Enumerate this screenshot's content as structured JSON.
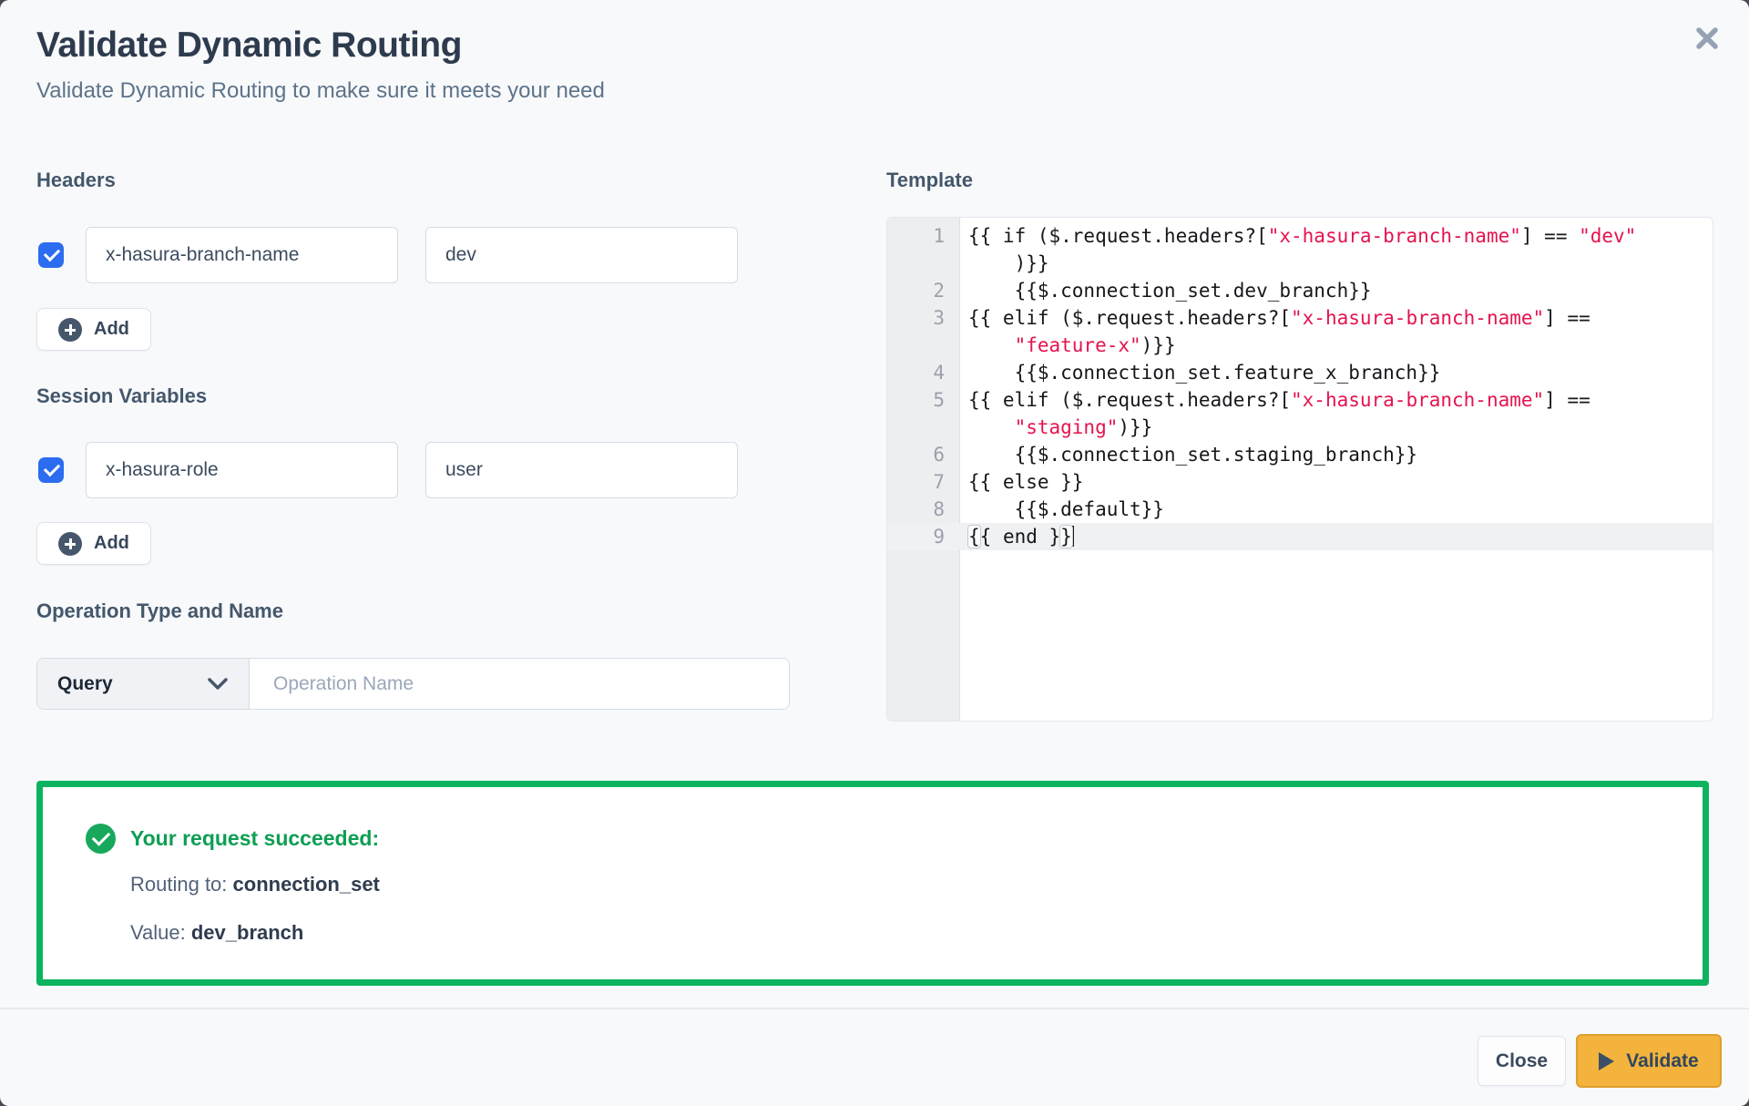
{
  "modal": {
    "title": "Validate Dynamic Routing",
    "subtitle": "Validate Dynamic Routing to make sure it meets your need"
  },
  "headers_section": {
    "label": "Headers",
    "rows": [
      {
        "checked": true,
        "name": "x-hasura-branch-name",
        "value": "dev"
      }
    ],
    "add_label": "Add"
  },
  "session_section": {
    "label": "Session Variables",
    "rows": [
      {
        "checked": true,
        "name": "x-hasura-role",
        "value": "user"
      }
    ],
    "add_label": "Add"
  },
  "operation_section": {
    "label": "Operation Type and Name",
    "type_value": "Query",
    "name_placeholder": "Operation Name"
  },
  "template_section": {
    "label": "Template",
    "rows": [
      {
        "num": "1",
        "active": false,
        "segments": [
          {
            "type": "code",
            "text": "{{ if ($.request.headers?["
          },
          {
            "type": "str",
            "text": "\"x-hasura-branch-name\""
          },
          {
            "type": "code",
            "text": "] == "
          },
          {
            "type": "str",
            "text": "\"dev\""
          }
        ]
      },
      {
        "num": "",
        "active": false,
        "segments": [
          {
            "type": "code",
            "text": "    )}}"
          }
        ]
      },
      {
        "num": "2",
        "active": false,
        "segments": [
          {
            "type": "code",
            "text": "    {{$.connection_set.dev_branch}}"
          }
        ]
      },
      {
        "num": "3",
        "active": false,
        "segments": [
          {
            "type": "code",
            "text": "{{ elif ($.request.headers?["
          },
          {
            "type": "str",
            "text": "\"x-hasura-branch-name\""
          },
          {
            "type": "code",
            "text": "] =="
          }
        ]
      },
      {
        "num": "",
        "active": false,
        "segments": [
          {
            "type": "code",
            "text": "    "
          },
          {
            "type": "str",
            "text": "\"feature-x\""
          },
          {
            "type": "code",
            "text": ")}}"
          }
        ]
      },
      {
        "num": "4",
        "active": false,
        "segments": [
          {
            "type": "code",
            "text": "    {{$.connection_set.feature_x_branch}}"
          }
        ]
      },
      {
        "num": "5",
        "active": false,
        "segments": [
          {
            "type": "code",
            "text": "{{ elif ($.request.headers?["
          },
          {
            "type": "str",
            "text": "\"x-hasura-branch-name\""
          },
          {
            "type": "code",
            "text": "] =="
          }
        ]
      },
      {
        "num": "",
        "active": false,
        "segments": [
          {
            "type": "code",
            "text": "    "
          },
          {
            "type": "str",
            "text": "\"staging\""
          },
          {
            "type": "code",
            "text": ")}}"
          }
        ]
      },
      {
        "num": "6",
        "active": false,
        "segments": [
          {
            "type": "code",
            "text": "    {{$.connection_set.staging_branch}}"
          }
        ]
      },
      {
        "num": "7",
        "active": false,
        "segments": [
          {
            "type": "code",
            "text": "{{ else }}"
          }
        ]
      },
      {
        "num": "8",
        "active": false,
        "segments": [
          {
            "type": "code",
            "text": "    {{$.default}}"
          }
        ]
      },
      {
        "num": "9",
        "active": true,
        "cursor": true,
        "segments": [
          {
            "type": "bracket",
            "text": "{"
          },
          {
            "type": "code",
            "text": "{ end }"
          },
          {
            "type": "bracket",
            "text": "}"
          }
        ]
      }
    ]
  },
  "result": {
    "status": "Your request succeeded:",
    "routing_label": "Routing to: ",
    "routing_value": "connection_set",
    "value_label": "Value: ",
    "value_value": "dev_branch"
  },
  "footer": {
    "close_label": "Close",
    "validate_label": "Validate"
  },
  "colors": {
    "accent_blue": "#2b6cf0",
    "success_green": "#0db35f",
    "string_red": "#e5134d",
    "validate_amber": "#f3b33c"
  }
}
